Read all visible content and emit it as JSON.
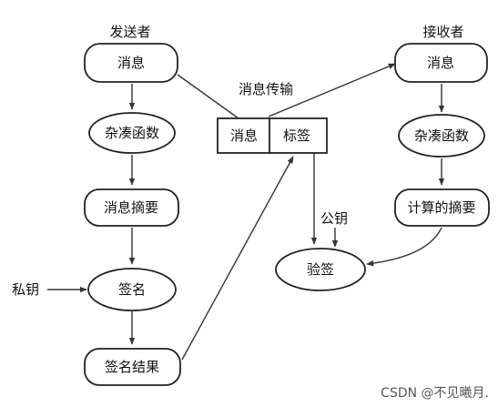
{
  "labels": {
    "sender": "发送者",
    "receiver": "接收者",
    "transmission": "消息传输",
    "private_key": "私钥",
    "public_key": "公钥"
  },
  "sender": {
    "message": "消息",
    "hash": "杂凑函数",
    "digest": "消息摘要",
    "sign": "签名",
    "result": "签名结果"
  },
  "packet": {
    "message": "消息",
    "tag": "标签"
  },
  "receiver": {
    "message": "消息",
    "hash": "杂凑函数",
    "computed_digest": "计算的摘要"
  },
  "verify": "验签",
  "watermark": "CSDN @不见曦月."
}
